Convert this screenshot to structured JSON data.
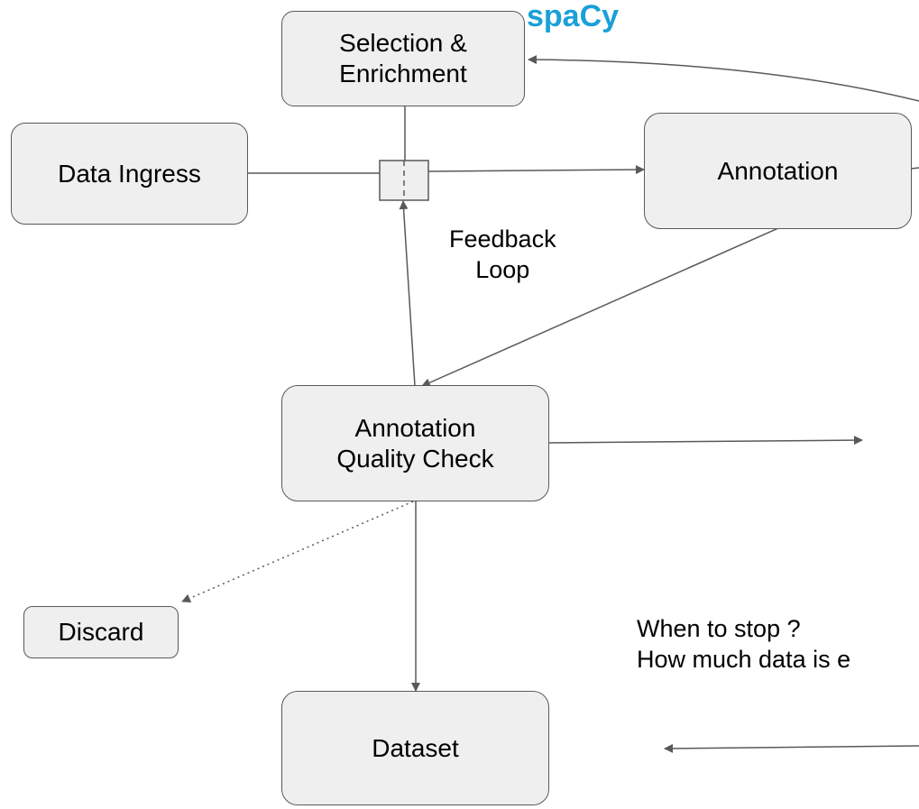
{
  "colors": {
    "node_fill": "#efefef",
    "node_border": "#595959",
    "edge": "#595959",
    "brand": "#1aa0d8",
    "text": "#000000"
  },
  "brand": {
    "text": "spaCy"
  },
  "nodes": {
    "selection": {
      "label": "Selection &\nEnrichment"
    },
    "ingress": {
      "label": "Data Ingress"
    },
    "annotation": {
      "label": "Annotation"
    },
    "quality": {
      "label": "Annotation\nQuality Check"
    },
    "discard": {
      "label": "Discard"
    },
    "dataset": {
      "label": "Dataset"
    }
  },
  "labels": {
    "feedback": "Feedback\nLoop",
    "stop_line1": "When to stop ?",
    "stop_line2": "How much data is e"
  }
}
